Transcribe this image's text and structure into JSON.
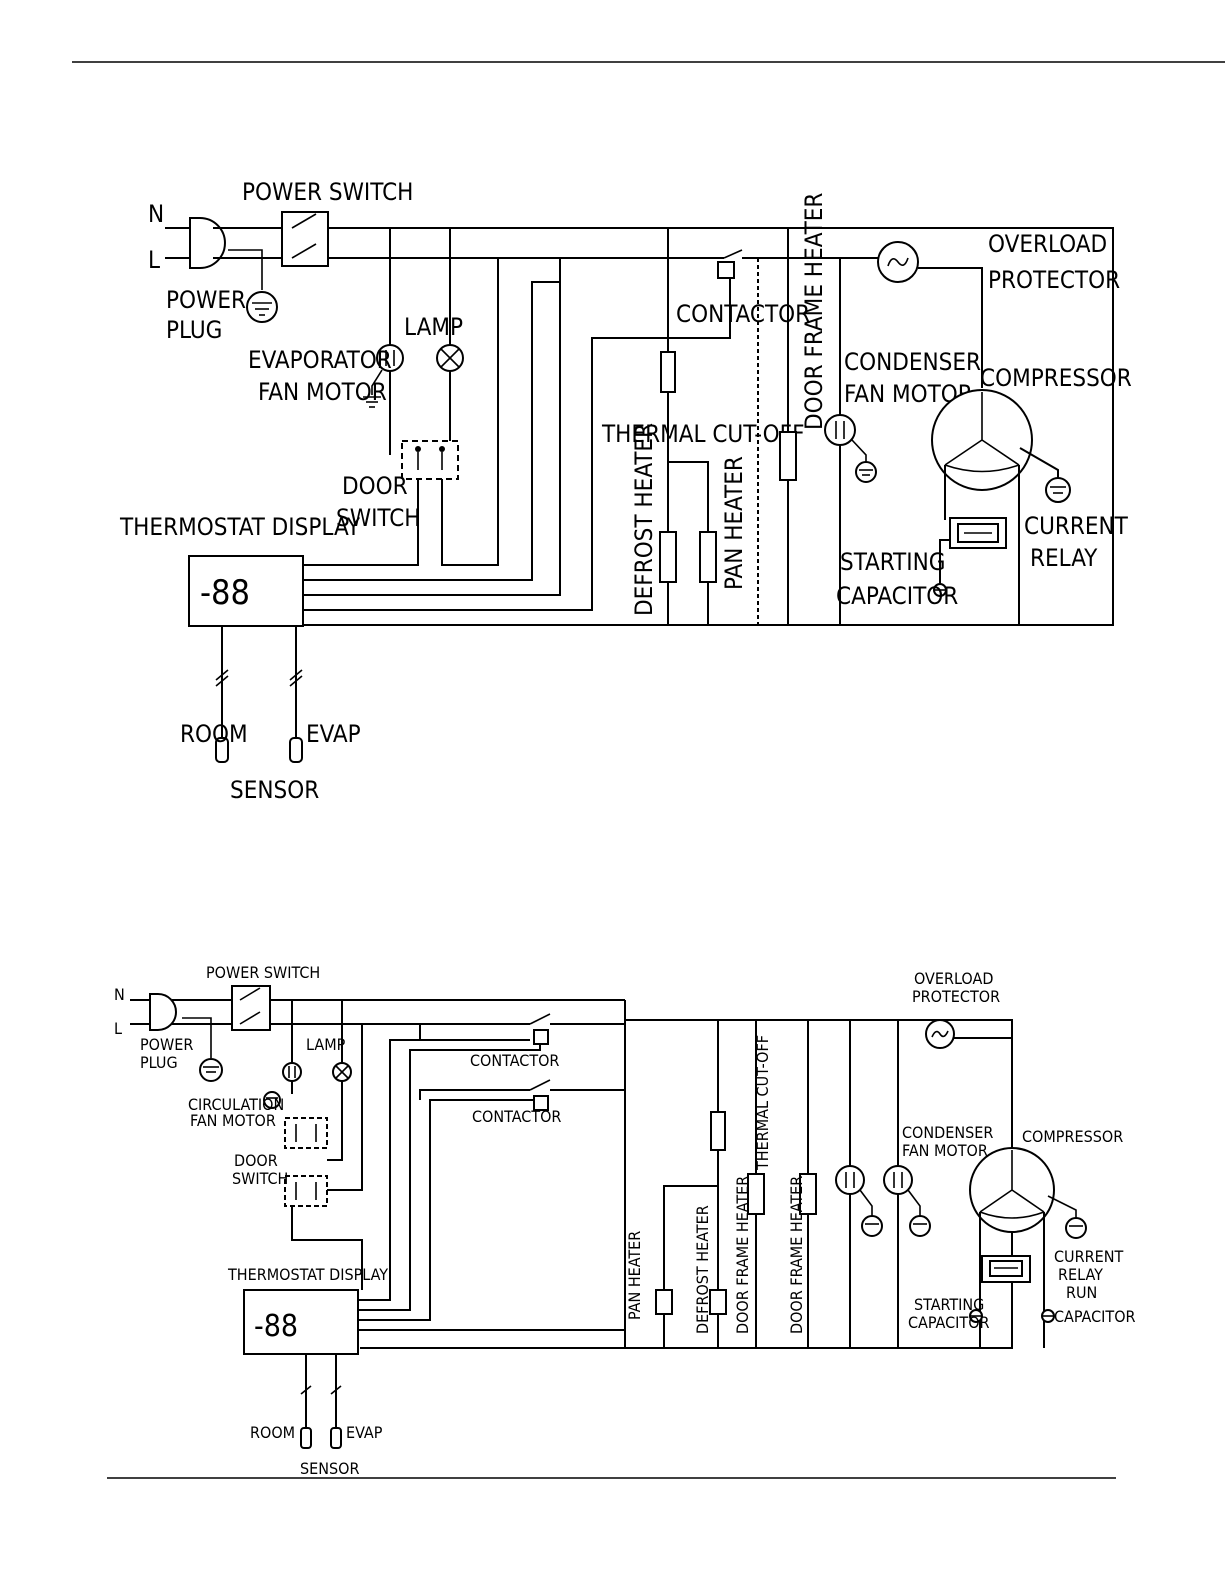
{
  "diagram1": {
    "labels": {
      "n": "N",
      "l": "L",
      "power_switch": "POWER SWITCH",
      "power_plug_1": "POWER",
      "power_plug_2": "PLUG",
      "lamp": "LAMP",
      "evap_fan_1": "EVAPORATOR",
      "evap_fan_2": "FAN MOTOR",
      "door_switch_1": "DOOR",
      "door_switch_2": "SWITCH",
      "contactor": "CONTACTOR",
      "thermal_cutoff": "THERMAL CUT-OFF",
      "defrost_heater": "DEFROST HEATER",
      "pan_heater": "PAN HEATER",
      "door_frame_heater": "DOOR FRAME HEATER",
      "condenser_fan_1": "CONDENSER",
      "condenser_fan_2": "FAN MOTOR",
      "overload_1": "OVERLOAD",
      "overload_2": "PROTECTOR",
      "compressor": "COMPRESSOR",
      "current_relay_1": "CURRENT",
      "current_relay_2": "RELAY",
      "starting_cap_1": "STARTING",
      "starting_cap_2": "CAPACITOR",
      "thermostat_display": "THERMOSTAT DISPLAY",
      "display_value": "-88",
      "room": "ROOM",
      "evap": "EVAP",
      "sensor": "SENSOR"
    }
  },
  "diagram2": {
    "labels": {
      "n": "N",
      "l": "L",
      "power_switch": "POWER SWITCH",
      "power_plug_1": "POWER",
      "power_plug_2": "PLUG",
      "lamp": "LAMP",
      "circ_fan_1": "CIRCULATION",
      "circ_fan_2": "FAN MOTOR",
      "door_switch_1": "DOOR",
      "door_switch_2": "SWITCH",
      "contactor_1": "CONTACTOR",
      "contactor_2": "CONTACTOR",
      "thermal_cutoff": "THERMAL CUT-OFF",
      "pan_heater": "PAN HEATER",
      "defrost_heater": "DEFROST HEATER",
      "door_frame_heater_1": "DOOR FRAME HEATER",
      "door_frame_heater_2": "DOOR FRAME HEATER",
      "condenser_fan_1": "CONDENSER",
      "condenser_fan_2": "FAN MOTOR",
      "overload_1": "OVERLOAD",
      "overload_2": "PROTECTOR",
      "compressor": "COMPRESSOR",
      "current_relay_1": "CURRENT",
      "current_relay_2": "RELAY",
      "run_cap_1": "RUN",
      "run_cap_2": "CAPACITOR",
      "starting_cap_1": "STARTING",
      "starting_cap_2": "CAPACITOR",
      "thermostat_display": "THERMOSTAT DISPLAY",
      "display_value": "-88",
      "room": "ROOM",
      "evap": "EVAP",
      "sensor": "SENSOR"
    }
  }
}
